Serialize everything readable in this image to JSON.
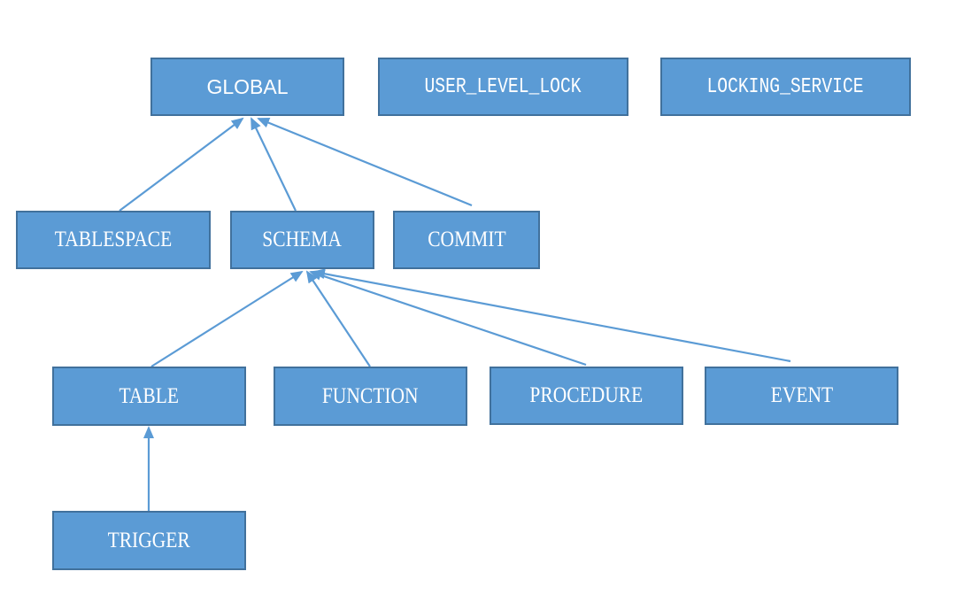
{
  "nodes": {
    "global": "GLOBAL",
    "user_level_lock": "USER_LEVEL_LOCK",
    "locking_service": "LOCKING_SERVICE",
    "tablespace": "TABLESPACE",
    "schema": "SCHEMA",
    "commit": "COMMIT",
    "table": "TABLE",
    "function": "FUNCTION",
    "procedure": "PROCEDURE",
    "event": "EVENT",
    "trigger": "TRIGGER"
  },
  "edges": [
    {
      "from": "tablespace",
      "to": "global"
    },
    {
      "from": "schema",
      "to": "global"
    },
    {
      "from": "commit",
      "to": "global"
    },
    {
      "from": "table",
      "to": "schema"
    },
    {
      "from": "function",
      "to": "schema"
    },
    {
      "from": "procedure",
      "to": "schema"
    },
    {
      "from": "event",
      "to": "schema"
    },
    {
      "from": "trigger",
      "to": "table"
    }
  ],
  "colors": {
    "node_fill": "#5b9bd5",
    "node_border": "#41719c",
    "node_text": "#ffffff",
    "edge": "#5b9bd5"
  }
}
